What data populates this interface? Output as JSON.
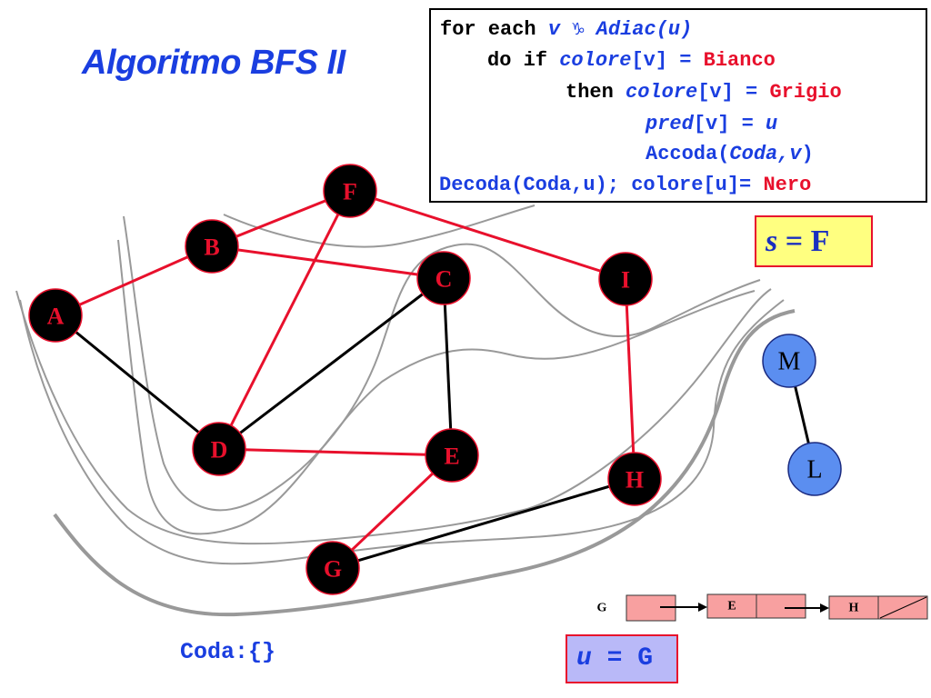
{
  "title": "Algoritmo BFS II",
  "pseudocode": {
    "line1": {
      "kw": "for each ",
      "v": "v ",
      "sym": "♑",
      "rest": " Adiac(u)"
    },
    "line2": {
      "kw": "do if ",
      "expr": "colore",
      "idx": "[v] = ",
      "val": "Bianco"
    },
    "line3": {
      "kw": "then ",
      "expr": "colore",
      "idx": "[v] = ",
      "val": "Grigio"
    },
    "line4": {
      "expr": "pred",
      "idx": "[v] = ",
      "u": "u"
    },
    "line5": {
      "fn": "Accoda(",
      "arg": "Coda,v",
      "close": ")"
    },
    "line6": {
      "fn": "Decoda(Coda,u); colore[u]= ",
      "val": "Nero"
    }
  },
  "source_box": {
    "var": "s",
    "eq": " = ",
    "value": "F"
  },
  "current_box": {
    "var": "u",
    "eq": " = ",
    "value": "G"
  },
  "queue_label": "Coda:{}",
  "colors": {
    "blue_text": "#1a3ee0",
    "red": "#e8102c",
    "black_node": "#000000",
    "white_node": "#5b8ef0",
    "queue_cell": "#f8a0a0",
    "curve": "#999999"
  },
  "graph": {
    "nodes": [
      {
        "id": "A",
        "color": "black"
      },
      {
        "id": "B",
        "color": "black"
      },
      {
        "id": "C",
        "color": "black"
      },
      {
        "id": "D",
        "color": "black"
      },
      {
        "id": "E",
        "color": "black"
      },
      {
        "id": "F",
        "color": "black"
      },
      {
        "id": "G",
        "color": "black"
      },
      {
        "id": "H",
        "color": "black"
      },
      {
        "id": "I",
        "color": "black"
      },
      {
        "id": "M",
        "color": "white"
      },
      {
        "id": "L",
        "color": "white"
      }
    ],
    "edges": [
      {
        "from": "A",
        "to": "B",
        "tree": true
      },
      {
        "from": "B",
        "to": "F",
        "tree": true
      },
      {
        "from": "B",
        "to": "C",
        "tree": true
      },
      {
        "from": "F",
        "to": "D",
        "tree": true
      },
      {
        "from": "F",
        "to": "I",
        "tree": true
      },
      {
        "from": "I",
        "to": "H",
        "tree": true
      },
      {
        "from": "D",
        "to": "E",
        "tree": true
      },
      {
        "from": "E",
        "to": "G",
        "tree": true
      },
      {
        "from": "A",
        "to": "D",
        "tree": false
      },
      {
        "from": "D",
        "to": "C",
        "tree": false
      },
      {
        "from": "C",
        "to": "E",
        "tree": false
      },
      {
        "from": "G",
        "to": "H",
        "tree": false
      },
      {
        "from": "M",
        "to": "L",
        "tree": false
      }
    ]
  },
  "adjacency_list": {
    "head": "G",
    "cells": [
      "E",
      "H"
    ]
  }
}
